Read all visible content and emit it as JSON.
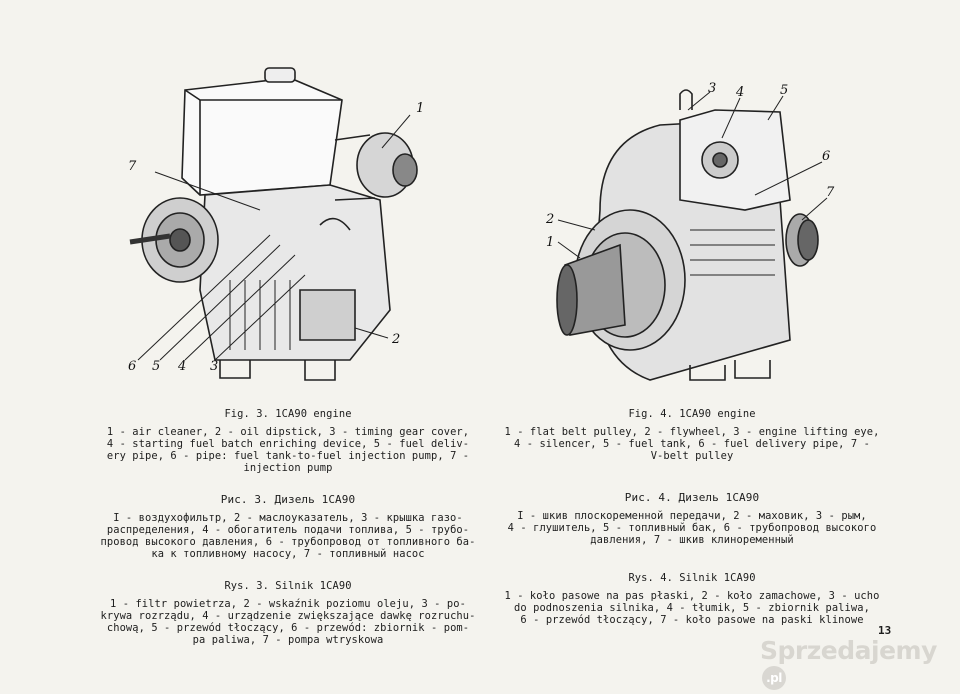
{
  "figures": {
    "left": {
      "labels": [
        "1",
        "2",
        "3",
        "4",
        "5",
        "6",
        "7"
      ],
      "title_en": "Fig. 3. 1CA90 engine",
      "caption_en": "1 - air cleaner, 2 - oil dipstick, 3 - timing gear cover,\n4 - starting fuel batch enriching device, 5 - fuel deliv-\nery pipe, 6 - pipe: fuel tank-to-fuel injection pump, 7 -\ninjection pump",
      "title_ru": "Рис. 3. Дизель 1СА90",
      "caption_ru": "I - воздухофильтр, 2 - маслоуказатель, 3 - крышка газо-\nраспределения, 4 - обогатитель подачи топлива, 5 - трубо-\nпровод высокого давления, 6 - трубопровод от топливного ба-\nка к топливному насосу, 7 - топливный насос",
      "title_pl": "Rys. 3. Silnik 1CA90",
      "caption_pl": "1 - filtr powietrza, 2 - wskaźnik poziomu oleju, 3 - po-\nkrywa rozrządu, 4 - urządzenie zwiększające dawkę rozruchu-\nchową, 5 - przewód tłoczący, 6 - przewód: zbiornik - pom-\npa paliwa, 7 - pompa wtryskowa"
    },
    "right": {
      "labels": [
        "1",
        "2",
        "3",
        "4",
        "5",
        "6",
        "7"
      ],
      "title_en": "Fig. 4. 1CA90 engine",
      "caption_en": "1 - flat belt pulley, 2 - flywheel, 3 - engine lifting eye,\n4 - silencer, 5 - fuel tank, 6 - fuel delivery pipe, 7 -\nV-belt pulley",
      "title_ru": "Рис. 4. Дизель 1СА90",
      "caption_ru": "I - шкив плоскоременной передачи, 2 - маховик, 3 - рым,\n4 - глушитель, 5 - топливный бак, 6 - трубопровод высокого\nдавления, 7 - шкив клиноременный",
      "title_pl": "Rys. 4. Silnik 1CA90",
      "caption_pl": "1 - koło pasowe na pas płaski, 2 - koło zamachowe, 3 - ucho\ndo podnoszenia silnika, 4 - tłumik, 5 - zbiornik paliwa,\n6 - przewód tłoczący, 7 - koło pasowe na paski klinowe"
    }
  },
  "page_number": "13",
  "watermark": {
    "text": "Sprzedajemy",
    "suffix": ".pl"
  }
}
